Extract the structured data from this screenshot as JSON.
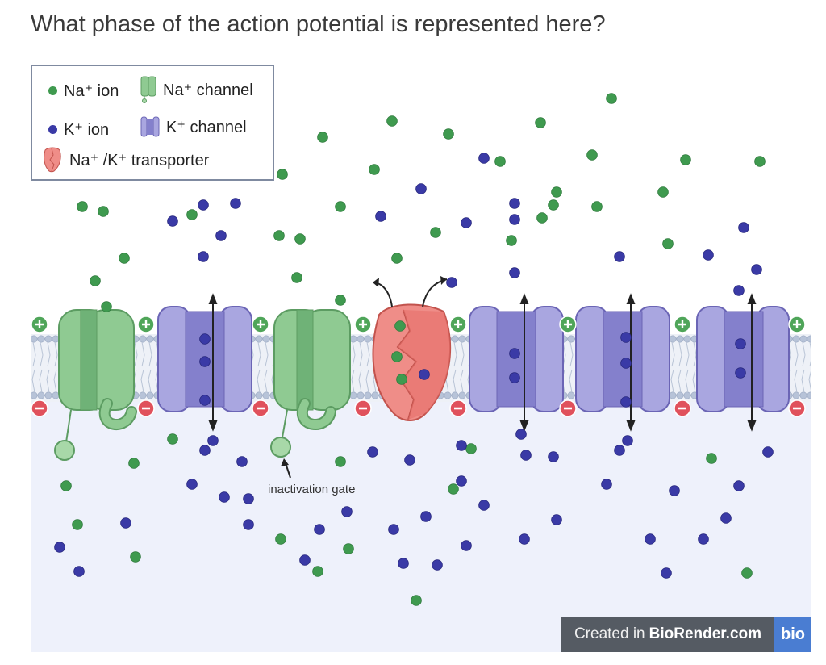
{
  "question": "What phase of the action potential is represented here?",
  "legend": {
    "na_ion": "Na⁺ ion",
    "na_channel": "Na⁺ channel",
    "k_ion": "K⁺ ion",
    "k_channel": "K⁺ channel",
    "transporter": "Na⁺ /K⁺ transporter"
  },
  "labels": {
    "inactivation_gate": "inactivation gate"
  },
  "badge": {
    "prefix": "Created in",
    "brand": "BioRender.com",
    "logo": "bio"
  },
  "colors": {
    "na_ion": "#3f9a4f",
    "k_ion": "#3a3aa6",
    "na_channel": "#8fca92",
    "k_channel": "#a9a6e0",
    "transporter": "#ef8d88",
    "extracellular": "#ffffff",
    "intracellular": "#eef1fb"
  },
  "icons": [
    "plus-icon",
    "minus-icon"
  ]
}
